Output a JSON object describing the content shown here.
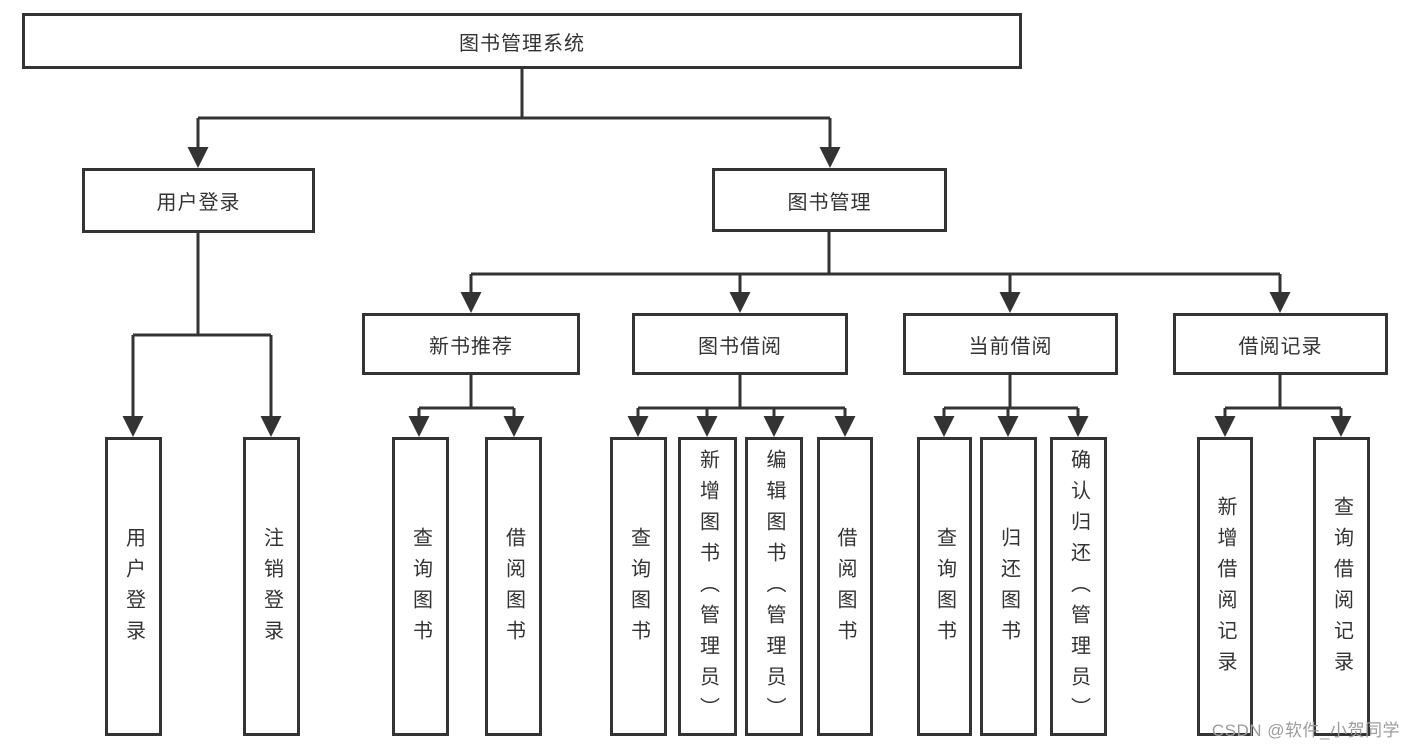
{
  "diagram": {
    "title": "图书管理系统",
    "root": "图书管理系统",
    "level2": [
      "用户登录",
      "图书管理"
    ],
    "level3": [
      "新书推荐",
      "图书借阅",
      "当前借阅",
      "借阅记录"
    ],
    "leaves": [
      "用户登录",
      "注销登录",
      "查询图书",
      "借阅图书",
      "查询图书",
      "新增图书（管理员）",
      "编辑图书（管理员）",
      "借阅图书",
      "查询图书",
      "归还图书",
      "确认归还（管理员）",
      "新增借阅记录",
      "查询借阅记录"
    ],
    "watermark": "CSDN @软件_小贺同学",
    "colors": {
      "line": "#333333",
      "text": "#333333",
      "background": "#ffffff",
      "watermark": "#9c9c9c"
    }
  }
}
